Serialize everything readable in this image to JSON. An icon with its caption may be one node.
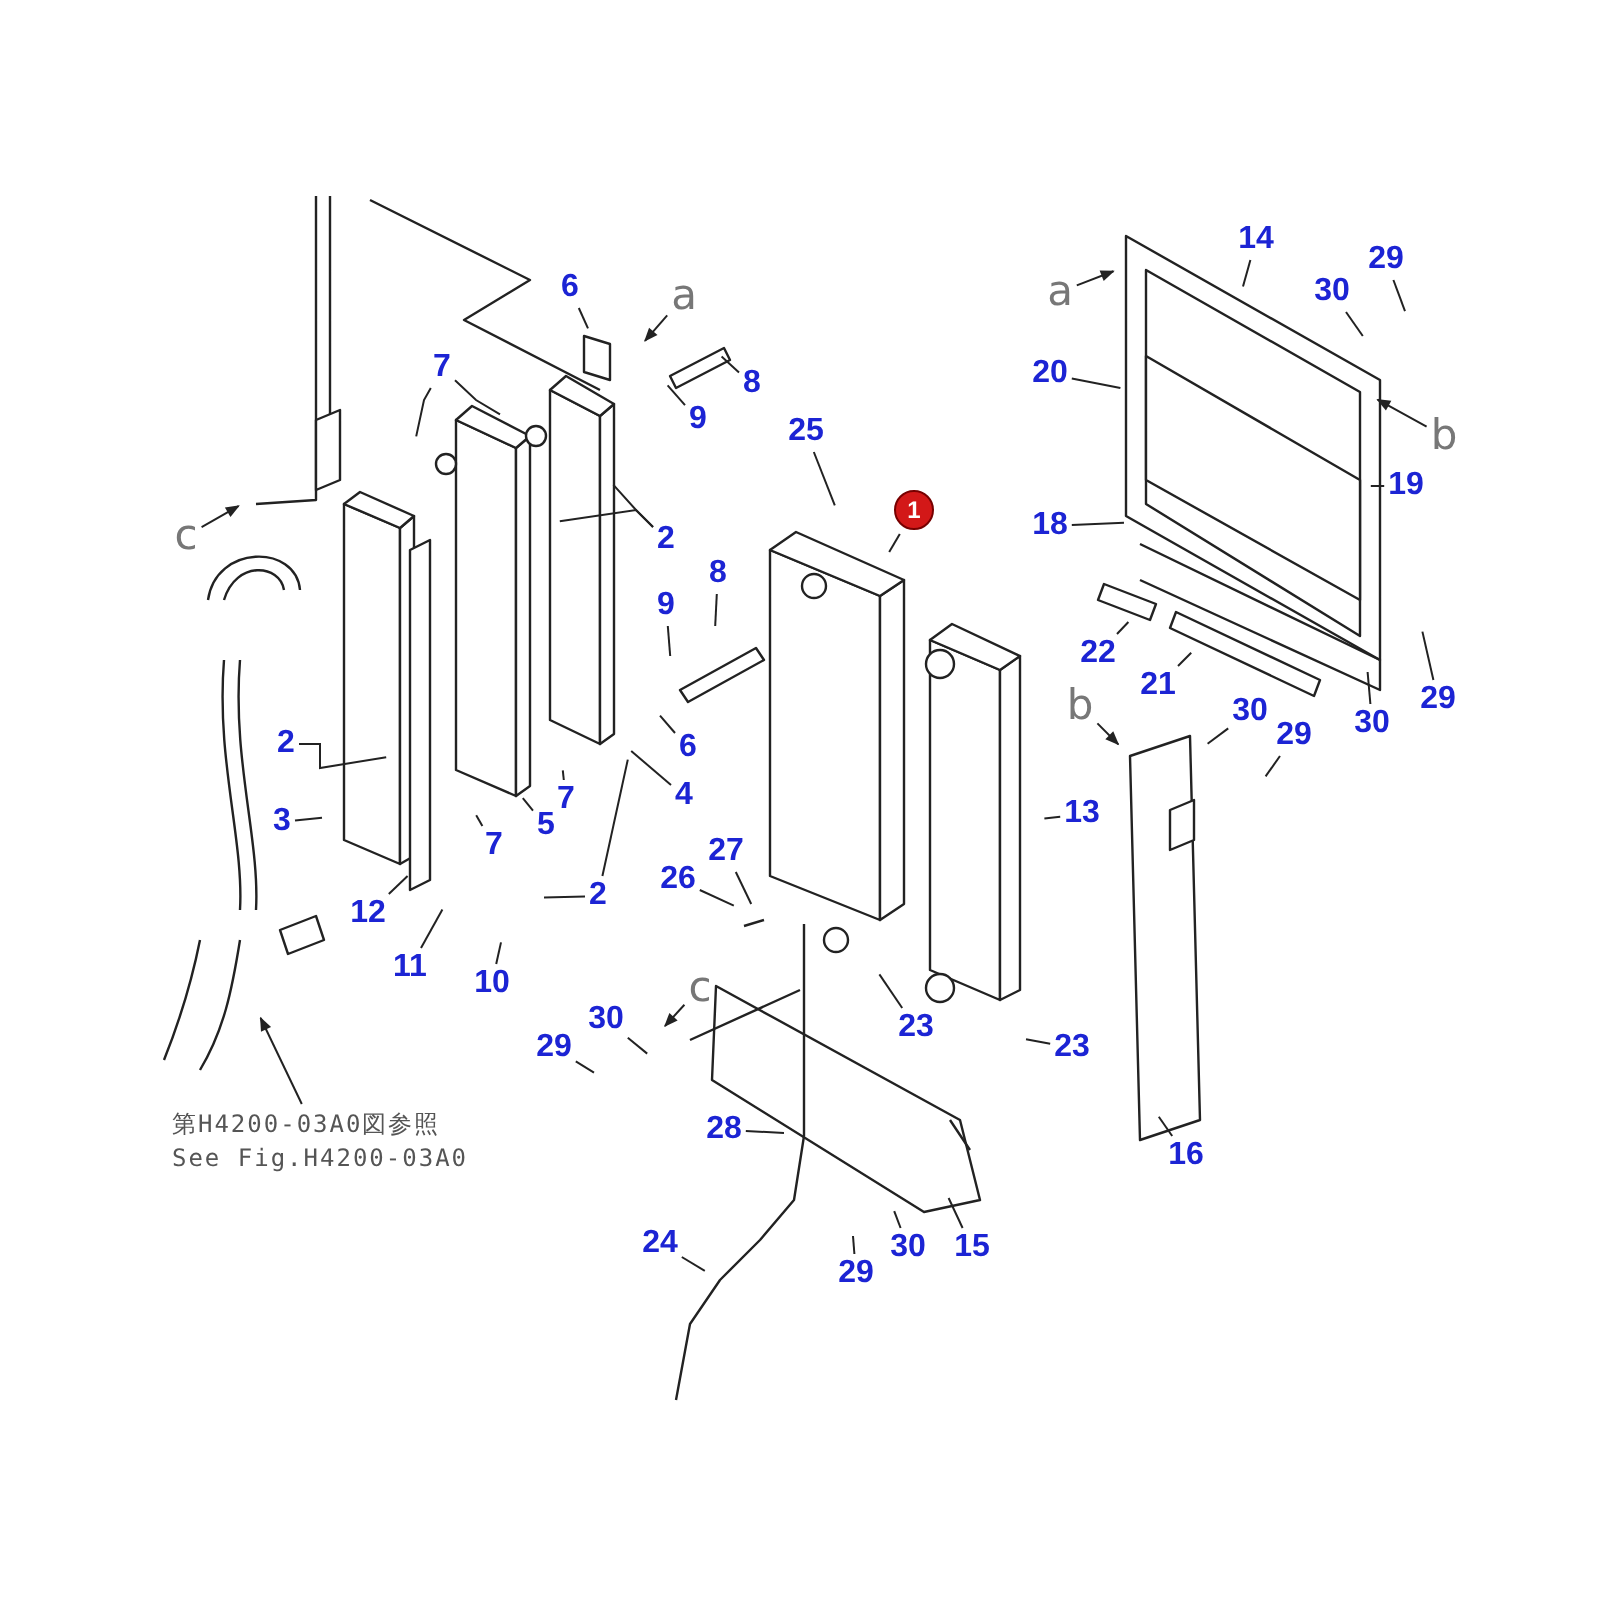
{
  "diagram": {
    "nodes": [
      {
        "text": [
          "14"
        ]
      },
      {
        "text": [
          "29"
        ]
      },
      {
        "text": [
          "30"
        ]
      },
      {
        "text": [
          "a"
        ]
      },
      {
        "text": [
          "6"
        ]
      },
      {
        "text": [
          "a"
        ]
      },
      {
        "text": [
          "7"
        ]
      },
      {
        "text": [
          "8"
        ]
      },
      {
        "text": [
          "9"
        ]
      },
      {
        "text": [
          "25"
        ]
      },
      {
        "text": [
          "20"
        ]
      },
      {
        "text": [
          "1"
        ]
      },
      {
        "text": [
          "2"
        ]
      },
      {
        "text": [
          "c"
        ]
      },
      {
        "text": [
          "18"
        ]
      },
      {
        "text": [
          "19"
        ]
      },
      {
        "text": [
          "8"
        ]
      },
      {
        "text": [
          "9"
        ]
      },
      {
        "text": [
          "22"
        ]
      },
      {
        "text": [
          "21"
        ]
      },
      {
        "text": [
          "30"
        ]
      },
      {
        "text": [
          "b"
        ]
      },
      {
        "text": [
          "29"
        ]
      },
      {
        "text": [
          "30"
        ]
      },
      {
        "text": [
          "29"
        ]
      },
      {
        "text": [
          "2"
        ]
      },
      {
        "text": [
          "6"
        ]
      },
      {
        "text": [
          "4"
        ]
      },
      {
        "text": [
          "7"
        ]
      },
      {
        "text": [
          "5"
        ]
      },
      {
        "text": [
          "13"
        ]
      },
      {
        "text": [
          "3"
        ]
      },
      {
        "text": [
          "7"
        ]
      },
      {
        "text": [
          "2"
        ]
      },
      {
        "text": [
          "27"
        ]
      },
      {
        "text": [
          "26"
        ]
      },
      {
        "text": [
          "12"
        ]
      },
      {
        "text": [
          "11"
        ]
      },
      {
        "text": [
          "c"
        ]
      },
      {
        "text": [
          "10"
        ]
      },
      {
        "text": [
          "23"
        ]
      },
      {
        "text": [
          "30"
        ]
      },
      {
        "text": [
          "23"
        ]
      },
      {
        "text": [
          "29"
        ]
      },
      {
        "text": [
          "第H4200-03A0図参照",
          "See Fig.H4200-03A0"
        ]
      },
      {
        "text": [
          "28"
        ]
      },
      {
        "text": [
          "16"
        ]
      },
      {
        "text": [
          "24"
        ]
      },
      {
        "text": [
          "29"
        ]
      },
      {
        "text": [
          "30"
        ]
      },
      {
        "text": [
          "15"
        ]
      },
      {
        "text": [
          "b"
        ]
      }
    ],
    "edges": [
      {
        "from": 0,
        "to": null,
        "arrow": "none"
      },
      {
        "from": 1,
        "to": null,
        "arrow": "none"
      },
      {
        "from": 2,
        "to": null,
        "arrow": "none"
      },
      {
        "from": 3,
        "to": null,
        "arrow": "to"
      },
      {
        "from": 4,
        "to": null,
        "arrow": "none"
      },
      {
        "from": 5,
        "to": null,
        "arrow": "to"
      },
      {
        "from": 6,
        "to": null,
        "arrow": "none"
      },
      {
        "from": 6,
        "to": null,
        "arrow": "none"
      },
      {
        "from": 7,
        "to": null,
        "arrow": "none"
      },
      {
        "from": 8,
        "to": null,
        "arrow": "none"
      },
      {
        "from": 9,
        "to": null,
        "arrow": "none"
      },
      {
        "from": 10,
        "to": null,
        "arrow": "none"
      },
      {
        "from": 11,
        "to": null,
        "arrow": "none"
      },
      {
        "from": 12,
        "to": null,
        "arrow": "none"
      },
      {
        "from": 12,
        "to": null,
        "arrow": "none"
      },
      {
        "from": 13,
        "to": null,
        "arrow": "to"
      },
      {
        "from": 14,
        "to": null,
        "arrow": "none"
      },
      {
        "from": 15,
        "to": null,
        "arrow": "none"
      },
      {
        "from": 16,
        "to": null,
        "arrow": "none"
      },
      {
        "from": 17,
        "to": null,
        "arrow": "none"
      },
      {
        "from": 18,
        "to": null,
        "arrow": "none"
      },
      {
        "from": 19,
        "to": null,
        "arrow": "none"
      },
      {
        "from": 20,
        "to": null,
        "arrow": "none"
      },
      {
        "from": 21,
        "to": null,
        "arrow": "to"
      },
      {
        "from": 22,
        "to": null,
        "arrow": "none"
      },
      {
        "from": 23,
        "to": null,
        "arrow": "none"
      },
      {
        "from": 24,
        "to": null,
        "arrow": "none"
      },
      {
        "from": 25,
        "to": null,
        "arrow": "none"
      },
      {
        "from": 26,
        "to": null,
        "arrow": "none"
      },
      {
        "from": 27,
        "to": null,
        "arrow": "none"
      },
      {
        "from": 28,
        "to": null,
        "arrow": "none"
      },
      {
        "from": 29,
        "to": null,
        "arrow": "none"
      },
      {
        "from": 30,
        "to": null,
        "arrow": "none"
      },
      {
        "from": 31,
        "to": null,
        "arrow": "none"
      },
      {
        "from": 32,
        "to": null,
        "arrow": "none"
      },
      {
        "from": 33,
        "to": null,
        "arrow": "none"
      },
      {
        "from": 33,
        "to": null,
        "arrow": "none"
      },
      {
        "from": 34,
        "to": null,
        "arrow": "none"
      },
      {
        "from": 35,
        "to": null,
        "arrow": "none"
      },
      {
        "from": 36,
        "to": null,
        "arrow": "none"
      },
      {
        "from": 37,
        "to": null,
        "arrow": "none"
      },
      {
        "from": 38,
        "to": null,
        "arrow": "to"
      },
      {
        "from": 39,
        "to": null,
        "arrow": "none"
      },
      {
        "from": 40,
        "to": null,
        "arrow": "none"
      },
      {
        "from": 41,
        "to": null,
        "arrow": "none"
      },
      {
        "from": 42,
        "to": null,
        "arrow": "none"
      },
      {
        "from": 43,
        "to": null,
        "arrow": "none"
      },
      {
        "from": 44,
        "to": null,
        "arrow": "to"
      },
      {
        "from": 45,
        "to": null,
        "arrow": "none"
      },
      {
        "from": 46,
        "to": null,
        "arrow": "none"
      },
      {
        "from": 47,
        "to": null,
        "arrow": "none"
      },
      {
        "from": 48,
        "to": null,
        "arrow": "none"
      },
      {
        "from": 49,
        "to": null,
        "arrow": "none"
      },
      {
        "from": 50,
        "to": null,
        "arrow": "none"
      },
      {
        "from": 51,
        "to": null,
        "arrow": "to"
      }
    ]
  }
}
